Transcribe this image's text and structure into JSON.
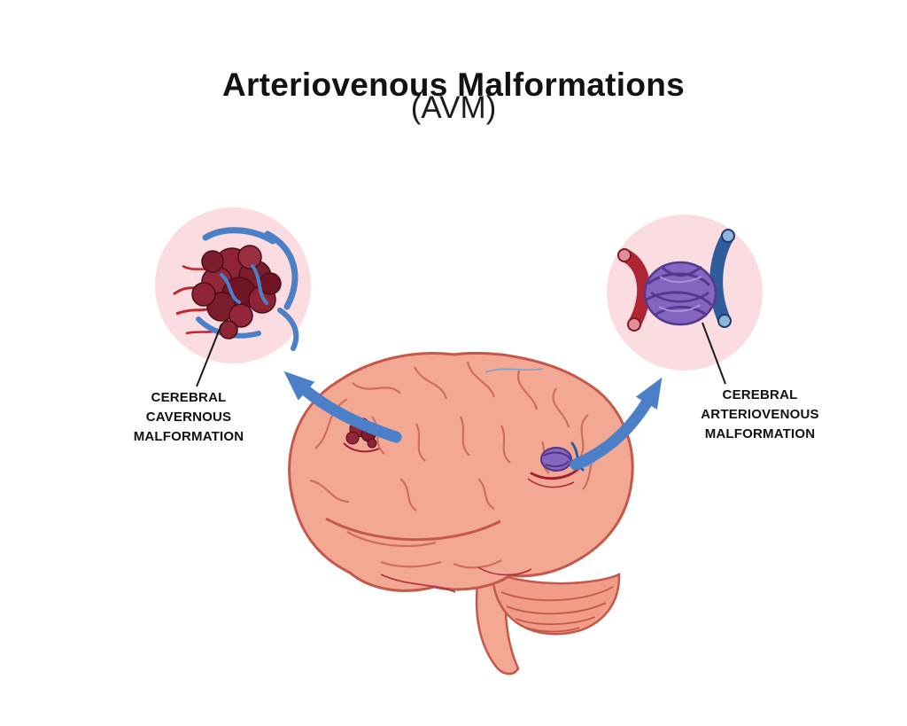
{
  "title": "Arteriovenous Malformations",
  "subtitle": "(AVM)",
  "callouts": {
    "left": {
      "label": "CEREBRAL\nCAVERNOUS\nMALFORMATION"
    },
    "right": {
      "label": "CEREBRAL\nARTERIOVENOUS\nMALFORMATION"
    }
  },
  "colors": {
    "callout_bg": "#fbdce0",
    "arrow": "#4b80c8",
    "brain_fill": "#f3a894",
    "brain_outline": "#c5584a",
    "cavernous_red": "#8e2436",
    "avm_purple": "#8465c0",
    "artery_red": "#b02533",
    "vein_blue": "#2f5d9c",
    "connector": "#1a1a1a"
  }
}
